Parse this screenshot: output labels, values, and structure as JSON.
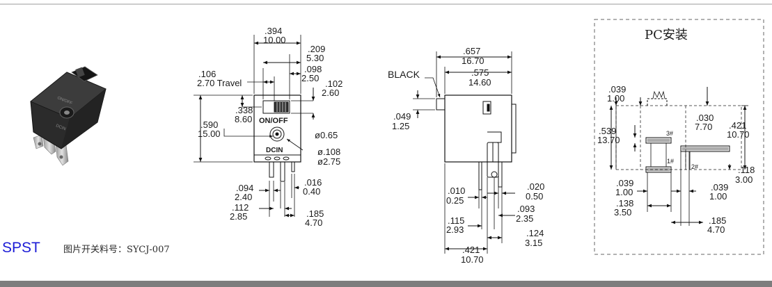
{
  "header_line_color": "#9a9a9a",
  "footer_bar_color": "#7d7d7d",
  "switch_type": "SPST",
  "part_label": "图片开关料号：SYCJ-007",
  "pc_title": "PC安装",
  "photo": {
    "body_color": "#2b2b2b",
    "pin_color": "#b8b8b8",
    "print_left": "ON/OFF",
    "print_right": "DCIN"
  },
  "front_view": {
    "width_in": ".394",
    "width_mm": "10.00",
    "slot_in": ".209",
    "slot_mm": "5.30",
    "travel_in": ".106",
    "travel_mm": "2.70 Travel",
    "offset_in": ".098",
    "offset_mm": "2.50",
    "knob_in": ".102",
    "knob_mm": "2.60",
    "height_in": ".590",
    "height_mm": "15.00",
    "knob_pos_in": ".338",
    "knob_pos_mm": "8.60",
    "onoff": "ON/OFF",
    "dcin": "DCIN",
    "pin_dia": "ø0.65",
    "hole_in": "ø.108",
    "hole_mm": "ø2.75",
    "pin_gap_in": ".094",
    "pin_gap_mm": "2.40",
    "pin_w_in": ".016",
    "pin_w_mm": "0.40",
    "pin_off_in": ".112",
    "pin_off_mm": "2.85",
    "pin_span_in": ".185",
    "pin_span_mm": "4.70"
  },
  "side_view": {
    "black_label": "BLACK",
    "overall_in": ".657",
    "overall_mm": "16.70",
    "body_in": ".575",
    "body_mm": "14.60",
    "step_in": ".049",
    "step_mm": "1.25",
    "pin_t_in": ".010",
    "pin_t_mm": "0.25",
    "pin_t2_in": ".020",
    "pin_t2_mm": "0.50",
    "pin_a_in": ".115",
    "pin_a_mm": "2.93",
    "pin_b_in": ".093",
    "pin_b_mm": "2.35",
    "pin_c_in": ".124",
    "pin_c_mm": "3.15",
    "pin_d_in": ".421",
    "pin_d_mm": "10.70"
  },
  "pc_layout": {
    "a_in": ".039",
    "a_mm": "1.00",
    "b_in": ".030",
    "b_mm": "7.70",
    "c_in": ".539",
    "c_mm": "13.70",
    "d_in": ".421",
    "d_mm": "10.70",
    "e_in": ".118",
    "e_mm": "3.00",
    "f_in": ".039",
    "f_mm": "1.00",
    "g_in": ".039",
    "g_mm": "1.00",
    "h_in": ".138",
    "h_mm": "3.50",
    "i_in": ".185",
    "i_mm": "4.70",
    "pin3": "3#",
    "pin1": "1#",
    "pin2": "2#"
  }
}
